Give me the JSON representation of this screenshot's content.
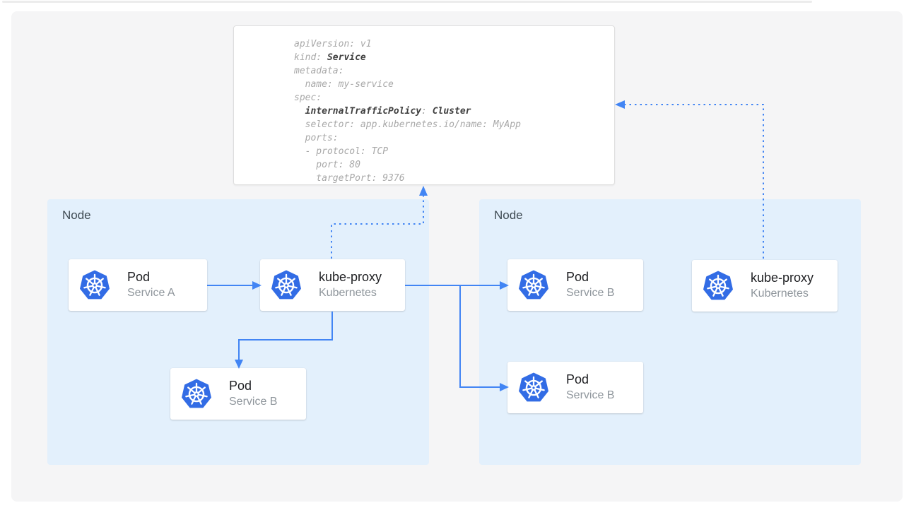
{
  "yaml_card": {
    "line1": "apiVersion: v1",
    "line2_plain": "kind: ",
    "line2_bold": "Service",
    "line3": "metadata:",
    "line4": "  name: my-service",
    "line5": "spec:",
    "line6_indent": "  ",
    "line6_bold_key": "internalTrafficPolicy",
    "line6_colon": ": ",
    "line6_bold_value": "Cluster",
    "line7": "  selector: app.kubernetes.io/name: MyApp",
    "line8": "  ports:",
    "line9": "  - protocol: TCP",
    "line10": "    port: 80",
    "line11": "    targetPort: 9376"
  },
  "nodes": {
    "left": {
      "label": "Node"
    },
    "right": {
      "label": "Node"
    }
  },
  "cards": {
    "pod_a": {
      "title": "Pod",
      "subtitle": "Service A"
    },
    "kube_proxy_left": {
      "title": "kube-proxy",
      "subtitle": "Kubernetes"
    },
    "pod_b_left": {
      "title": "Pod",
      "subtitle": "Service B"
    },
    "pod_b_right_top": {
      "title": "Pod",
      "subtitle": "Service B"
    },
    "pod_b_right_bottom": {
      "title": "Pod",
      "subtitle": "Service B"
    },
    "kube_proxy_right": {
      "title": "kube-proxy",
      "subtitle": "Kubernetes"
    }
  },
  "icons": {
    "kubernetes": "kubernetes-helm-wheel-logo"
  },
  "colors": {
    "accent_blue": "#4285f4",
    "kubernetes_blue": "#326ce5",
    "node_background": "#e3f0fc",
    "panel_background": "#f5f5f6",
    "code_text": "#a8a8a8",
    "code_bold_text": "#404040",
    "card_title_text": "#202124",
    "card_subtitle_text": "#8f969c",
    "node_label_text": "#3e4a52"
  }
}
